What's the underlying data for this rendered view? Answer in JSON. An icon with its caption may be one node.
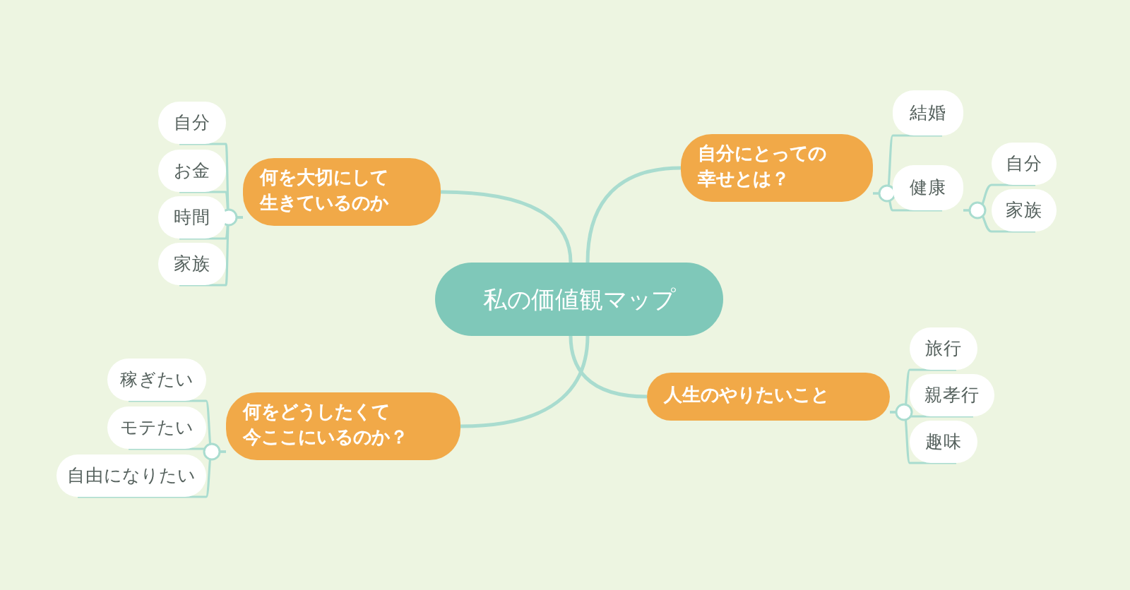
{
  "diagram": {
    "nodes": [
      {
        "text": [
          "私の価値観マップ"
        ]
      },
      {
        "text": [
          "自分にとっての幸せとは？"
        ]
      },
      {
        "text": [
          "結婚"
        ]
      },
      {
        "text": [
          "健康"
        ]
      },
      {
        "text": [
          "自分"
        ]
      },
      {
        "text": [
          "家族"
        ]
      },
      {
        "text": [
          "人生のやりたいこと"
        ]
      },
      {
        "text": [
          "旅行"
        ]
      },
      {
        "text": [
          "親孝行"
        ]
      },
      {
        "text": [
          "趣味"
        ]
      },
      {
        "text": [
          "何を大切にして生きているのか"
        ]
      },
      {
        "text": [
          "自分"
        ]
      },
      {
        "text": [
          "お金"
        ]
      },
      {
        "text": [
          "時間"
        ]
      },
      {
        "text": [
          "家族"
        ]
      },
      {
        "text": [
          "何をどうしたくて今ここにいるのか？"
        ]
      },
      {
        "text": [
          "稼ぎたい"
        ]
      },
      {
        "text": [
          "モテたい"
        ]
      },
      {
        "text": [
          "自由になりたい"
        ]
      }
    ],
    "edges": [
      {
        "from": 0,
        "to": 1,
        "arrow": "none"
      },
      {
        "from": 1,
        "to": 2,
        "arrow": "none"
      },
      {
        "from": 1,
        "to": 3,
        "arrow": "none"
      },
      {
        "from": 3,
        "to": 4,
        "arrow": "none"
      },
      {
        "from": 3,
        "to": 5,
        "arrow": "none"
      },
      {
        "from": 0,
        "to": 6,
        "arrow": "none"
      },
      {
        "from": 6,
        "to": 7,
        "arrow": "none"
      },
      {
        "from": 6,
        "to": 8,
        "arrow": "none"
      },
      {
        "from": 6,
        "to": 9,
        "arrow": "none"
      },
      {
        "from": 0,
        "to": 10,
        "arrow": "none"
      },
      {
        "from": 10,
        "to": 11,
        "arrow": "none"
      },
      {
        "from": 10,
        "to": 12,
        "arrow": "none"
      },
      {
        "from": 10,
        "to": 13,
        "arrow": "none"
      },
      {
        "from": 10,
        "to": 14,
        "arrow": "none"
      },
      {
        "from": 0,
        "to": 15,
        "arrow": "none"
      },
      {
        "from": 15,
        "to": 16,
        "arrow": "none"
      },
      {
        "from": 15,
        "to": 17,
        "arrow": "none"
      },
      {
        "from": 15,
        "to": 18,
        "arrow": "none"
      }
    ]
  }
}
